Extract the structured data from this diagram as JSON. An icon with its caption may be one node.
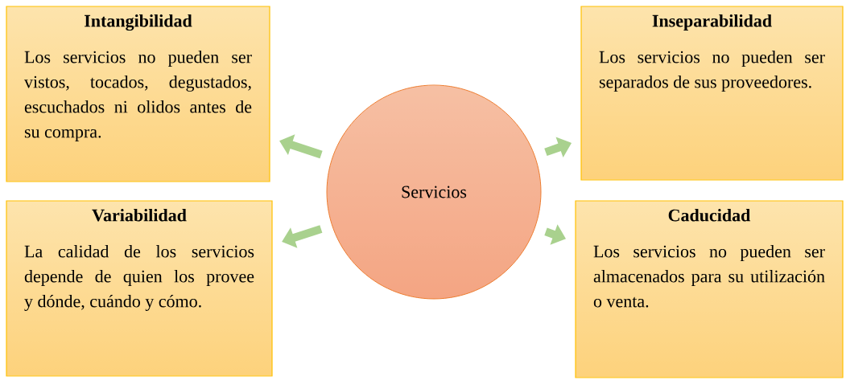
{
  "diagram": {
    "nodes": [
      {
        "text": [
          "Servicios"
        ]
      },
      {
        "text": [
          "Intangibilidad",
          "Los servicios no pueden ser vistos, tocados, degustados, escuchados ni olidos antes de su compra."
        ]
      },
      {
        "text": [
          "Inseparabilidad",
          "Los servicios no pueden ser separados de sus proveedores."
        ]
      },
      {
        "text": [
          "Variabilidad",
          "La calidad de los servicios depende de quien los provee y dónde, cuándo y cómo."
        ]
      },
      {
        "text": [
          "Caducidad",
          "Los servicios no pueden ser almacenados para su utilización o venta."
        ]
      }
    ],
    "edges": [
      {
        "from": 0,
        "to": 1,
        "arrow": "to"
      },
      {
        "from": 0,
        "to": 2,
        "arrow": "to"
      },
      {
        "from": 0,
        "to": 3,
        "arrow": "to"
      },
      {
        "from": 0,
        "to": 4,
        "arrow": "to"
      }
    ]
  }
}
